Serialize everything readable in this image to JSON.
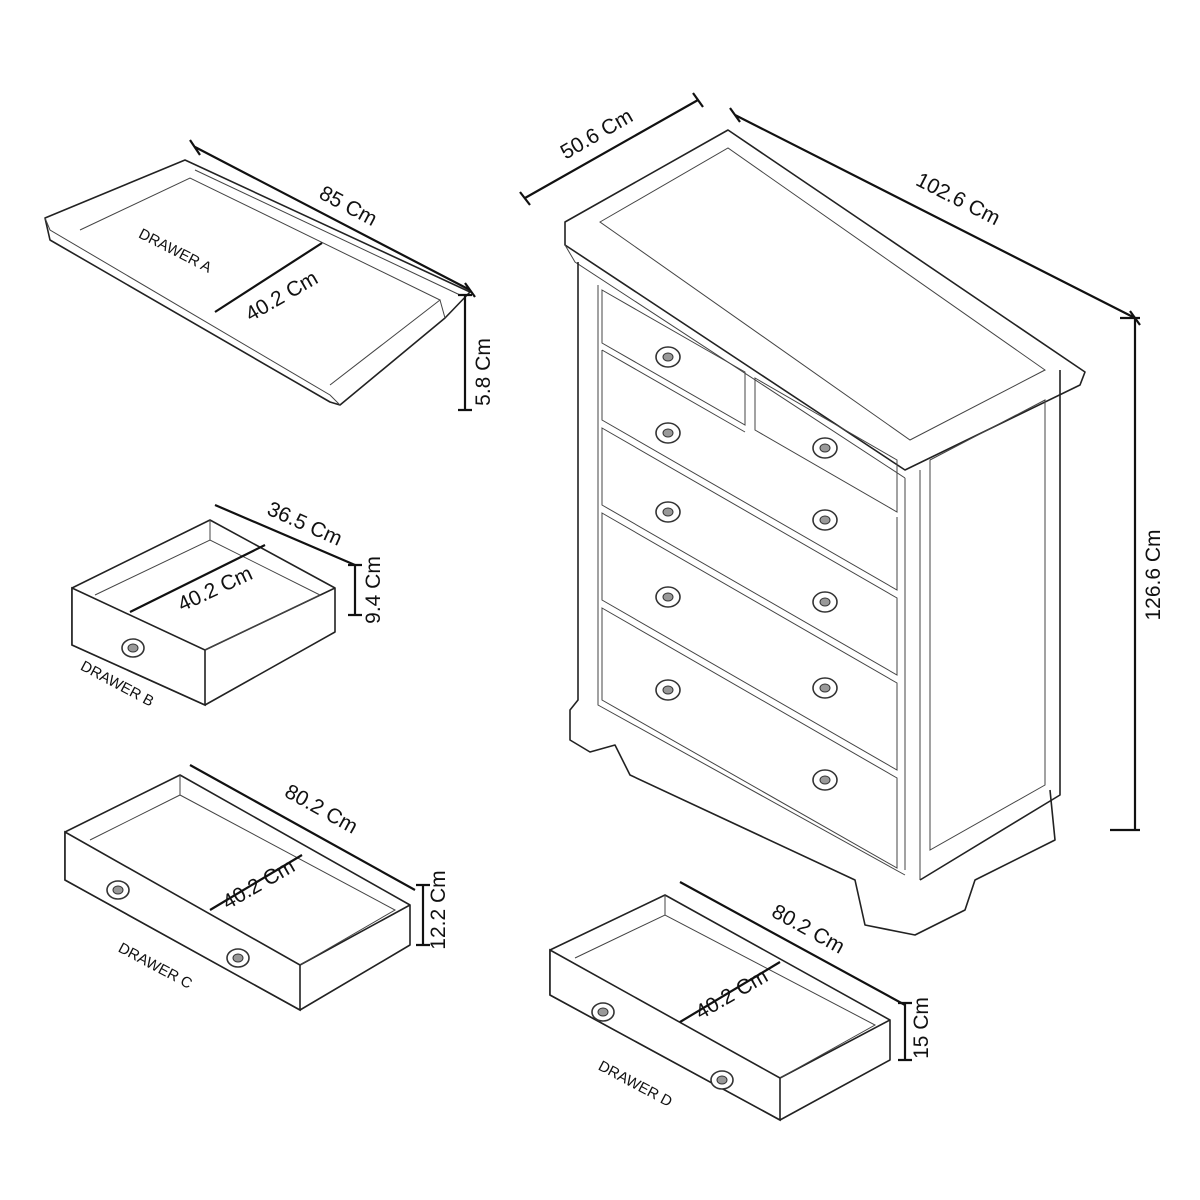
{
  "drawer_a": {
    "name": "DRAWER A",
    "length": "85 Cm",
    "depth": "40.2 Cm",
    "height": "5.8 Cm"
  },
  "drawer_b": {
    "name": "DRAWER B",
    "length": "36.5 Cm",
    "depth": "40.2 Cm",
    "height": "9.4 Cm"
  },
  "drawer_c": {
    "name": "DRAWER C",
    "length": "80.2 Cm",
    "depth": "40.2 Cm",
    "height": "12.2 Cm"
  },
  "drawer_d": {
    "name": "DRAWER D",
    "length": "80.2 Cm",
    "depth": "40.2 Cm",
    "height": "15 Cm"
  },
  "chest": {
    "depth": "50.6 Cm",
    "width": "102.6 Cm",
    "height": "126.6 Cm"
  }
}
